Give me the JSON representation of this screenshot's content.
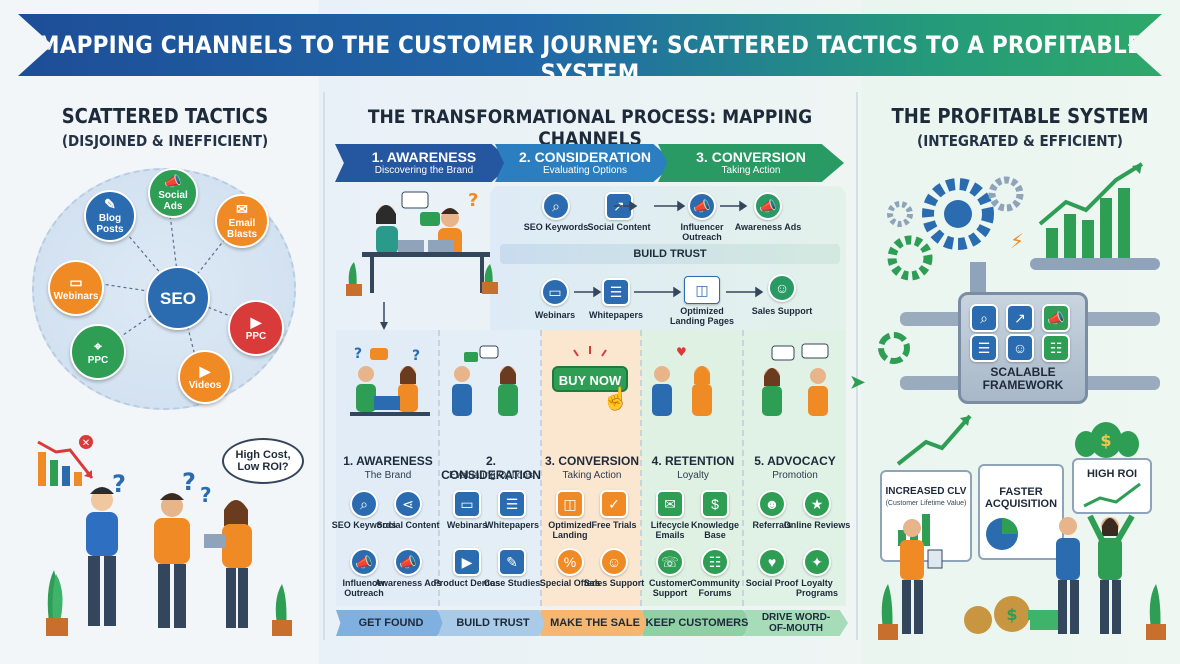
{
  "title": "MAPPING CHANNELS TO THE CUSTOMER JOURNEY: SCATTERED TACTICS TO A PROFITABLE SYSTEM",
  "left": {
    "title": "SCATTERED TACTICS",
    "subtitle": "(DISJOINED & INEFFICIENT)",
    "nodes": {
      "blog": "Blog Posts",
      "social": "Social Ads",
      "email": "Email Blasts",
      "webinars": "Webinars",
      "seo": "SEO",
      "ppc_right": "PPC",
      "ppc_left": "PPC",
      "videos": "Videos"
    },
    "speech": "High Cost, Low ROI?"
  },
  "middle": {
    "title": "THE TRANSFORMATIONAL PROCESS: MAPPING CHANNELS",
    "top_arrows": [
      {
        "title": "1. AWARENESS",
        "sub": "Discovering the Brand"
      },
      {
        "title": "2. CONSIDERATION",
        "sub": "Evaluating Options"
      },
      {
        "title": "3. CONVERSION",
        "sub": "Taking Action"
      }
    ],
    "flow_row1": [
      "SEO Keywords",
      "Social Content",
      "Influencer Outreach",
      "Awareness Ads"
    ],
    "build_trust": "BUILD TRUST",
    "flow_row2": [
      "Webinars",
      "Whitepapers",
      "Optimized Landing Pages",
      "Sales Support"
    ],
    "buy_now": "BUY NOW",
    "stages": [
      {
        "title": "1. AWARENESS",
        "sub": "The Brand",
        "items": [
          "SEO Keywords",
          "Social Content",
          "Influencer Outreach",
          "Awareness Ads"
        ]
      },
      {
        "title": "2. CONSIDERATION",
        "sub": "Evaluating Options",
        "items": [
          "Webinars",
          "Whitepapers",
          "Product Demos",
          "Case Studies"
        ]
      },
      {
        "title": "3. CONVERSION",
        "sub": "Taking Action",
        "items": [
          "Optimized Landing",
          "Free Trials",
          "Special Offers",
          "Sales Support"
        ]
      },
      {
        "title": "4. RETENTION",
        "sub": "Loyalty",
        "items": [
          "Lifecycle Emails",
          "Knowledge Base",
          "Customer Support",
          "Community Forums"
        ]
      },
      {
        "title": "5. ADVOCACY",
        "sub": "Promotion",
        "items": [
          "Referrals",
          "Online Reviews",
          "Social Proof",
          "Loyalty Programs"
        ]
      }
    ],
    "footer": [
      "GET FOUND",
      "BUILD TRUST",
      "MAKE THE SALE",
      "KEEP CUSTOMERS",
      "DRIVE WORD-OF-MOUTH"
    ]
  },
  "right": {
    "title": "THE PROFITABLE SYSTEM",
    "subtitle": "(INTEGRATED & EFFICIENT)",
    "framework": "SCALABLE FRAMEWORK",
    "clv": "INCREASED CLV",
    "clv_sub": "(Customer Lifetime Value)",
    "faster": "FASTER ACQUISITION",
    "roi": "HIGH ROI"
  },
  "colors": {
    "awareness": "#2b6cb0",
    "consideration": "#2e86c1",
    "conversion": "#27a060",
    "orange": "#f08a24",
    "green": "#2e9e55"
  }
}
